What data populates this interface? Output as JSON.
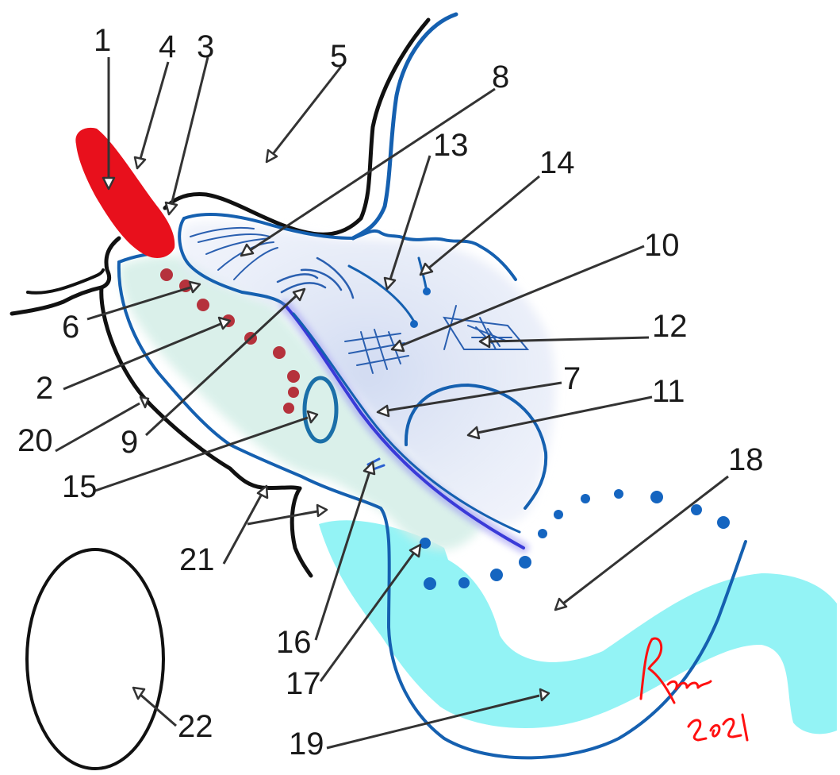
{
  "labels": [
    "1",
    "2",
    "3",
    "4",
    "5",
    "6",
    "7",
    "8",
    "9",
    "10",
    "11",
    "12",
    "13",
    "14",
    "15",
    "16",
    "17",
    "18",
    "19",
    "20",
    "21",
    "22"
  ],
  "signature": {
    "text": "Raam 2021"
  },
  "colors": {
    "outline_black": "#111111",
    "outline_blue": "#1560b0",
    "red_marker": "#e8101c",
    "dots_red": "#b5323c",
    "dots_blue": "#1565c0",
    "shade_blue": "#dbe3f4",
    "shade_green": "#d8f0ea",
    "cyan_band": "#8df2f4",
    "center_line": "#3a3ad8",
    "signature": "#ff1010"
  }
}
